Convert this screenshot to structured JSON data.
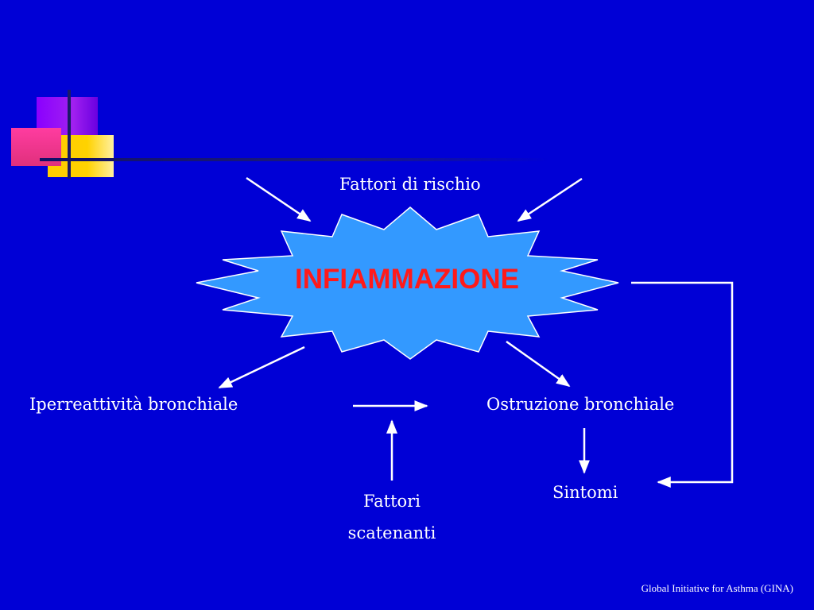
{
  "diagram": {
    "center": "INFIAMMAZIONE",
    "risk_factors": "Fattori di rischio",
    "hyperreactivity": "Iperreattività bronchiale",
    "obstruction": "Ostruzione bronchiale",
    "triggers_line1": "Fattori",
    "triggers_line2": "scatenanti",
    "symptoms": "Sintomi"
  },
  "footer": {
    "source": "Global Initiative for Asthma (GINA)"
  },
  "colors": {
    "background": "#0000d6",
    "burst_fill": "#3399ff",
    "burst_text": "#ff1a1a",
    "arrow": "#ffffff"
  }
}
